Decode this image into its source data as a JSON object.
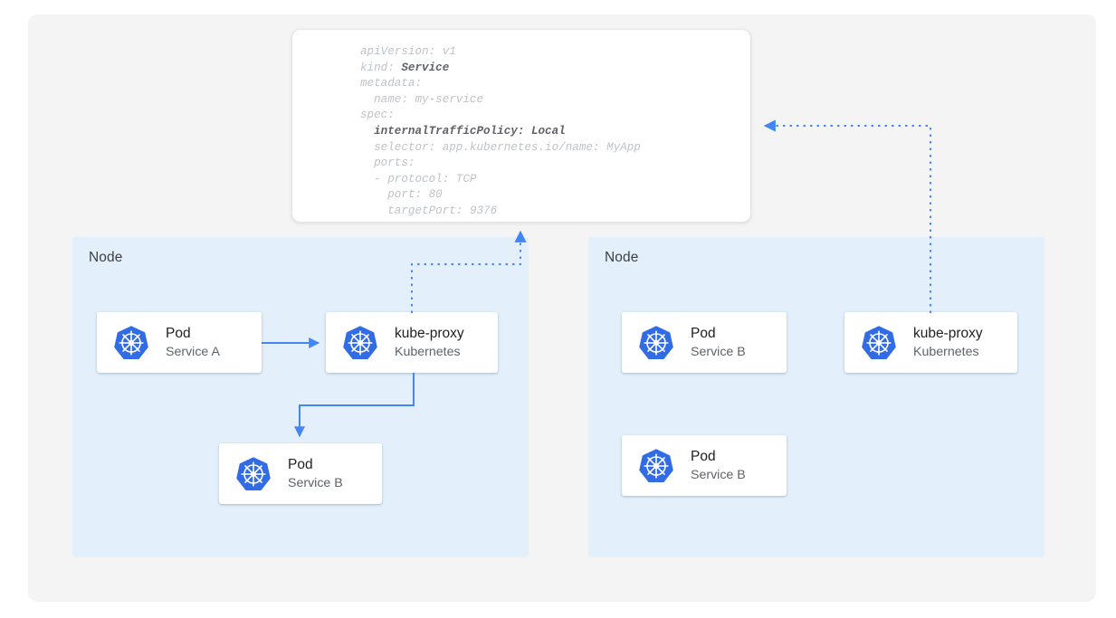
{
  "diagram": {
    "title": "Kubernetes Service internalTrafficPolicy Local",
    "colors": {
      "canvas": "#f4f4f5",
      "node_panel": "#e3f0fc",
      "card": "#ffffff",
      "arrow_blue": "#4285f4",
      "k8s_blue": "#326ce5",
      "title_text": "#202124",
      "sub_text": "#5f6368",
      "yaml_dim": "#bfc3c7",
      "yaml_bold": "#5f6368"
    }
  },
  "yaml_card": {
    "name": "service-spec-yaml",
    "lines": [
      {
        "dim": "apiVersion: v1",
        "bold": ""
      },
      {
        "dim": "kind: ",
        "bold": "Service"
      },
      {
        "dim": "metadata:",
        "bold": ""
      },
      {
        "dim": "  name: my-service",
        "bold": ""
      },
      {
        "dim": "spec:",
        "bold": ""
      },
      {
        "dim": "  ",
        "bold": "internalTrafficPolicy: Local"
      },
      {
        "dim": "  selector: app.kubernetes.io/name: MyApp",
        "bold": ""
      },
      {
        "dim": "  ports:",
        "bold": ""
      },
      {
        "dim": "  - protocol: TCP",
        "bold": ""
      },
      {
        "dim": "    port: 80",
        "bold": ""
      },
      {
        "dim": "    targetPort: 9376",
        "bold": ""
      }
    ],
    "full_text": "apiVersion: v1\nkind: Service\nmetadata:\n  name: my-service\nspec:\n  internalTrafficPolicy: Local\n  selector: app.kubernetes.io/name: MyApp\n  ports:\n  - protocol: TCP\n    port: 80\n    targetPort: 9376"
  },
  "nodes": [
    {
      "label": "Node",
      "cards": [
        {
          "icon": "kubernetes-icon",
          "title": "Pod",
          "subtitle": "Service A"
        },
        {
          "icon": "kubernetes-icon",
          "title": "kube-proxy",
          "subtitle": "Kubernetes"
        },
        {
          "icon": "kubernetes-icon",
          "title": "Pod",
          "subtitle": "Service B"
        }
      ]
    },
    {
      "label": "Node",
      "cards": [
        {
          "icon": "kubernetes-icon",
          "title": "Pod",
          "subtitle": "Service B"
        },
        {
          "icon": "kubernetes-icon",
          "title": "kube-proxy",
          "subtitle": "Kubernetes"
        },
        {
          "icon": "kubernetes-icon",
          "title": "Pod",
          "subtitle": "Service B"
        }
      ]
    }
  ],
  "connectors": [
    {
      "name": "pod-a-to-kube-proxy",
      "style": "solid",
      "from": "Pod Service A",
      "to": "kube-proxy (left node)"
    },
    {
      "name": "kube-proxy-to-pod-b",
      "style": "solid",
      "from": "kube-proxy (left node)",
      "to": "Pod Service B (left node)"
    },
    {
      "name": "kube-proxy-left-to-spec",
      "style": "dotted",
      "from": "kube-proxy (left node)",
      "to": "Service spec"
    },
    {
      "name": "kube-proxy-right-to-spec",
      "style": "dotted",
      "from": "kube-proxy (right node)",
      "to": "Service spec"
    }
  ]
}
